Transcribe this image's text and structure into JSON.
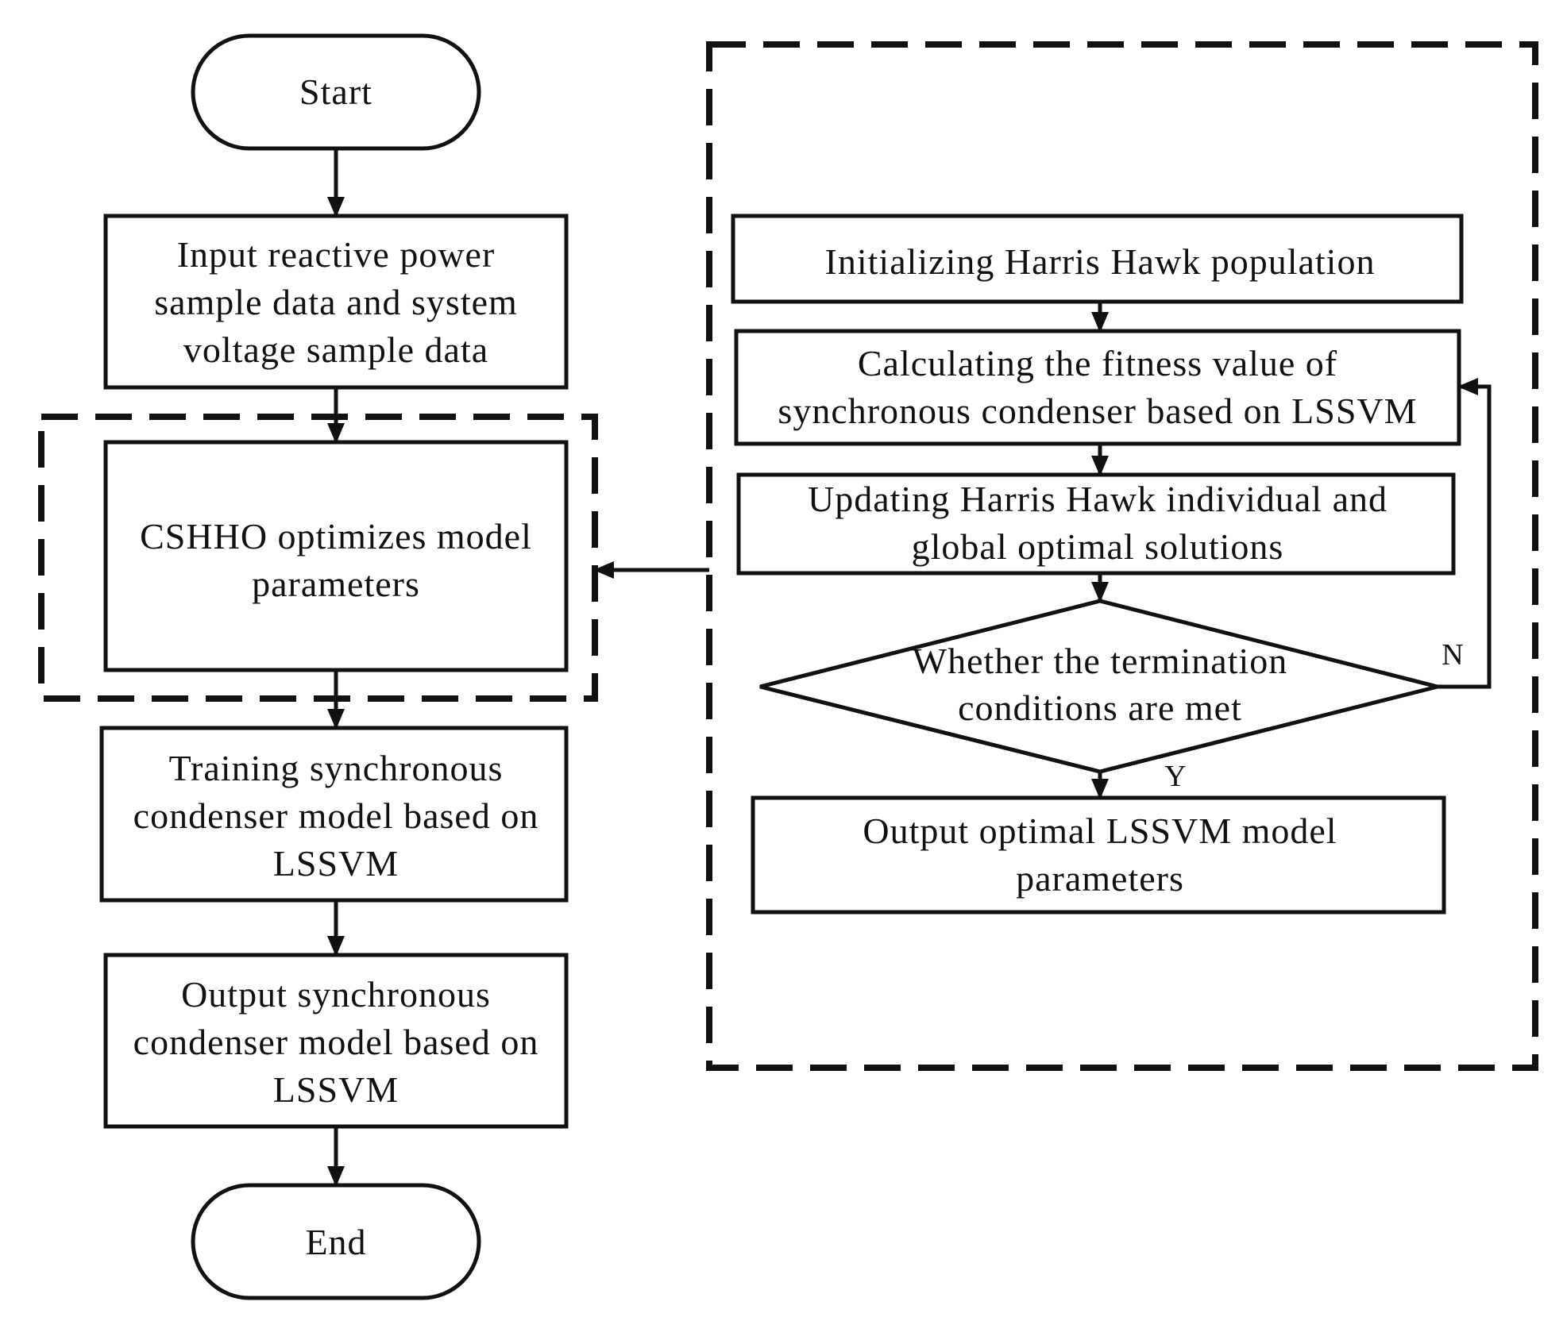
{
  "main_flow": {
    "start": "Start",
    "input": [
      "Input reactive power",
      "sample data and system",
      "voltage sample data"
    ],
    "optimize": [
      "CSHHO optimizes model",
      "parameters"
    ],
    "train": [
      "Training synchronous",
      "condenser model based on",
      "LSSVM"
    ],
    "output": [
      "Output synchronous",
      "condenser model based on",
      "LSSVM"
    ],
    "end": "End"
  },
  "hho_flow": {
    "init": "Initializing Harris Hawk population",
    "fitness": [
      "Calculating the fitness value of",
      "synchronous condenser based on LSSVM"
    ],
    "update": [
      "Updating Harris Hawk individual and",
      "global optimal solutions"
    ],
    "decision": [
      "Whether the termination",
      "conditions are met"
    ],
    "no_label": "N",
    "yes_label": "Y",
    "result": [
      "Output optimal LSSVM model",
      "parameters"
    ]
  },
  "colors": {
    "stroke": "#111111",
    "fill": "#ffffff"
  }
}
